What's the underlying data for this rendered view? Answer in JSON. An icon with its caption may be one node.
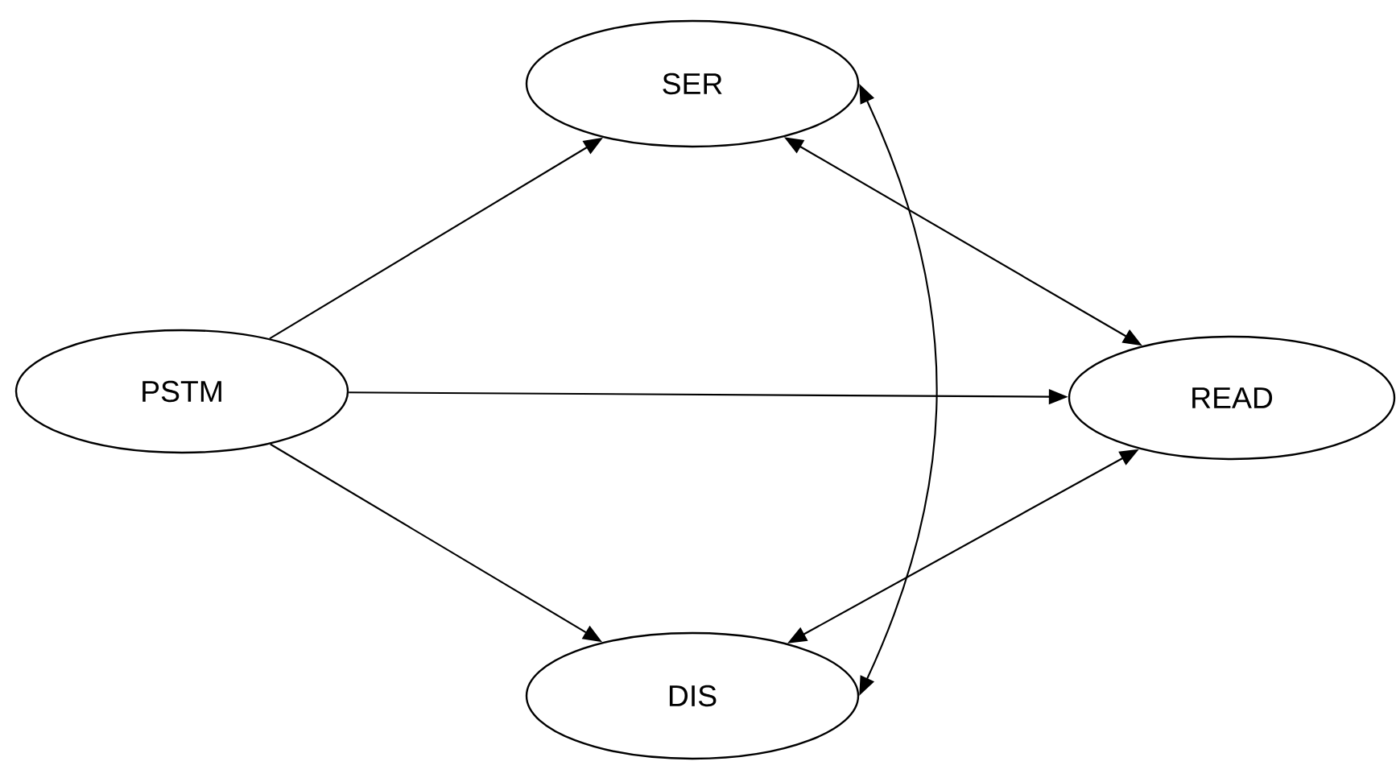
{
  "diagram": {
    "nodes": [
      {
        "text": [
          "PSTM"
        ]
      },
      {
        "text": [
          "SER"
        ]
      },
      {
        "text": [
          "DIS"
        ]
      },
      {
        "text": [
          "READ"
        ]
      }
    ],
    "edges": [
      {
        "from": 0,
        "to": 1,
        "arrow": "to"
      },
      {
        "from": 0,
        "to": 3,
        "arrow": "to"
      },
      {
        "from": 0,
        "to": 2,
        "arrow": "to"
      },
      {
        "from": 1,
        "to": 3,
        "arrow": "both"
      },
      {
        "from": 2,
        "to": 3,
        "arrow": "both"
      },
      {
        "from": 1,
        "to": 2,
        "arrow": "both"
      }
    ]
  }
}
